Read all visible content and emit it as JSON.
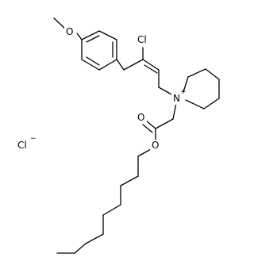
{
  "molecule": {
    "labels": {
      "methoxy_o": "O",
      "chloro": "Cl",
      "nitrogen": "N",
      "nitrogen_charge": "+",
      "carbonyl_o": "O",
      "ester_o": "O",
      "chloride": "Cl",
      "chloride_charge": "−"
    }
  }
}
